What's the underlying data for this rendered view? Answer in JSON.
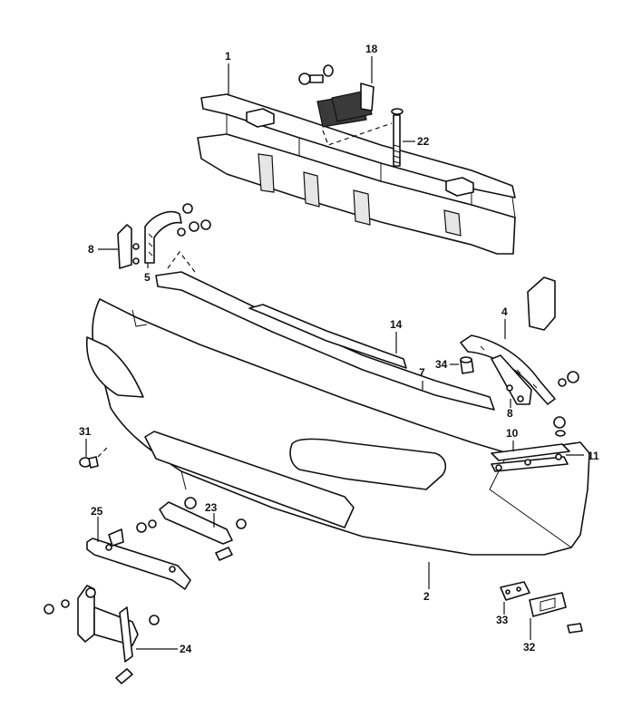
{
  "callouts": {
    "c1": "1",
    "c18": "18",
    "c22": "22",
    "c8a": "8",
    "c5": "5",
    "c14": "14",
    "c4": "4",
    "c34": "34",
    "c7": "7",
    "c8b": "8",
    "c10": "10",
    "c11": "11",
    "c31": "31",
    "c25": "25",
    "c23": "23",
    "c2": "2",
    "c33": "33",
    "c32": "32",
    "c24": "24"
  }
}
